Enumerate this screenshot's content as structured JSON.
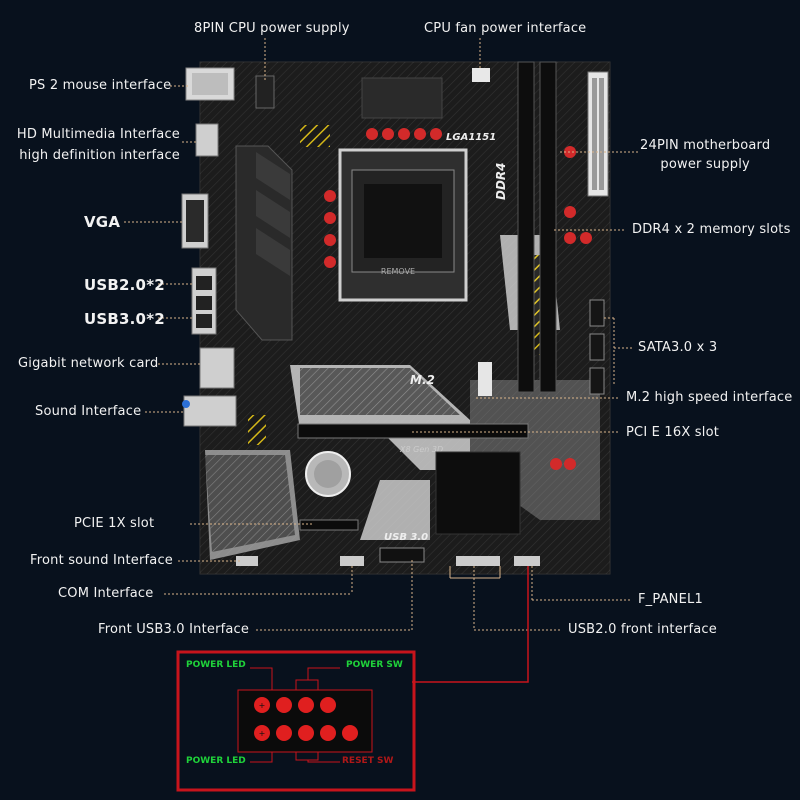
{
  "labels": {
    "pin8_cpu": "8PIN CPU power supply",
    "cpu_fan": "CPU fan power interface",
    "ps2": "PS 2 mouse interface",
    "hd_mm_1": "HD Multimedia Interface",
    "hd_mm_2": "high definition interface",
    "pin24_1": "24PIN motherboard",
    "pin24_2": "power supply",
    "vga": "VGA",
    "ddr4_slots": "DDR4 x 2 memory slots",
    "usb20": "USB2.0*2",
    "usb30": "USB3.0*2",
    "gigabit": "Gigabit network card",
    "sata": "SATA3.0 x 3",
    "sound": "Sound Interface",
    "m2": "M.2 high speed interface",
    "pcie16": "PCI E 16X slot",
    "pcie1": "PCIE 1X slot",
    "front_sound": "Front sound Interface",
    "com": "COM Interface",
    "f_panel": "F_PANEL1",
    "front_usb3": "Front USB3.0 Interface",
    "usb20_front": "USB2.0 front interface"
  },
  "board_print": {
    "socket": "LGA1151",
    "ddr4": "DDR4",
    "m2": "M.2",
    "usb3": "USB 3.0",
    "gen": "X8 Gen 3D",
    "remove": "REMOVE"
  },
  "panel": {
    "power_led_top": "POWER LED",
    "power_sw": "POWER SW",
    "power_led_bottom": "POWER LED",
    "reset_sw": "RESET SW"
  },
  "colors": {
    "background": "#08111d",
    "label_text": "#f2f2f2",
    "leader_line": "#d9b48a",
    "panel_frame": "#c8141c",
    "pin_fill": "#e01f1f",
    "panel_text_green": "#1fd33a",
    "panel_text_red": "#b01818",
    "accent_yellow": "#f0d21a"
  }
}
